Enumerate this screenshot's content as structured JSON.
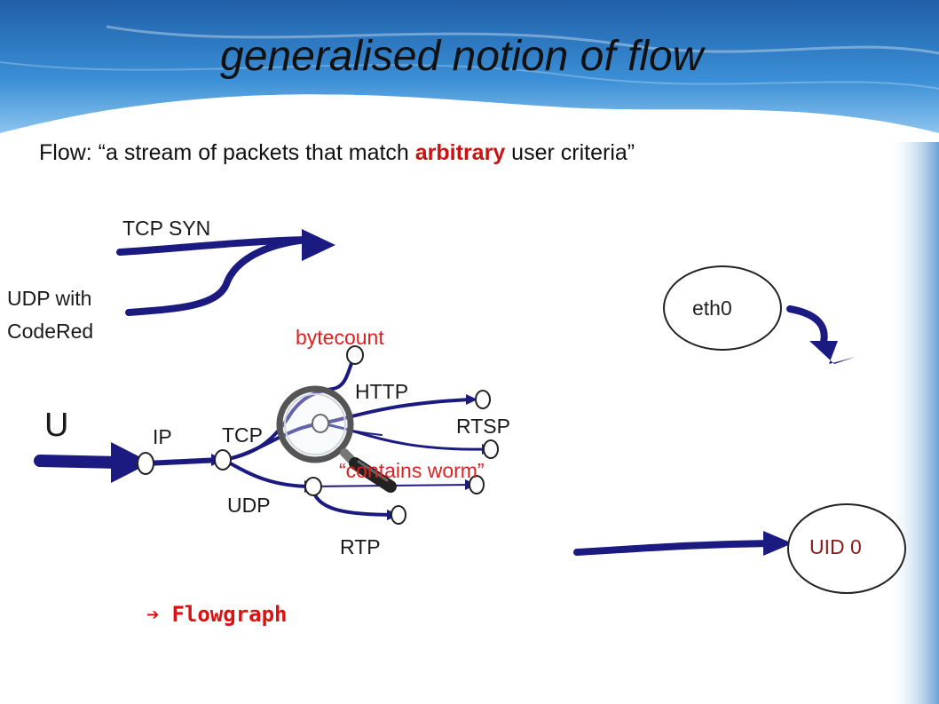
{
  "slide": {
    "title": "generalised notion of flow",
    "subtitle": {
      "prefix": "Flow: “a stream of packets that match ",
      "highlight": "arbitrary",
      "suffix": " user criteria”"
    }
  },
  "labels": {
    "tcp_syn": "TCP SYN",
    "udp_with": "UDP with",
    "codered": "CodeRed",
    "u": "U",
    "ip": "IP",
    "tcp": "TCP",
    "udp": "UDP",
    "rtp": "RTP",
    "http": "HTTP",
    "rtsp": "RTSP",
    "bytecount": "bytecount",
    "contains_worm": "“contains worm”",
    "eth0": "eth0",
    "uid0": "UID 0"
  },
  "flowgraph": {
    "arrow": "➔",
    "label": "Flowgraph"
  },
  "colors": {
    "flow_line": "#1a1a80",
    "highlight_red": "#dd2222",
    "uid_text": "#8b1a1a",
    "background_blue": "#1f6fb8"
  }
}
